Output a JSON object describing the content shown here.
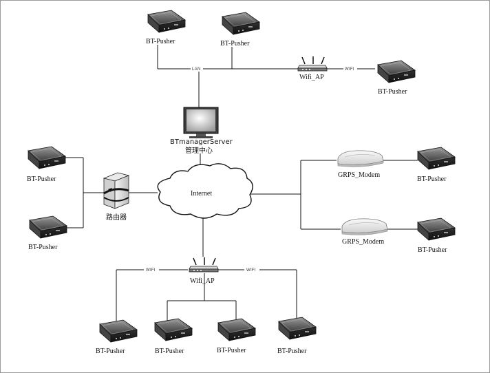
{
  "nodes": {
    "pusher_top_left": "BT-Pusher",
    "pusher_top_mid": "BT-Pusher",
    "pusher_top_right": "BT-Pusher",
    "pusher_left_top": "BT-Pusher",
    "pusher_left_bottom": "BT-Pusher",
    "pusher_right_top": "BT-Pusher",
    "pusher_right_bottom": "BT-Pusher",
    "pusher_bottom_1": "BT-Pusher",
    "pusher_bottom_2": "BT-Pusher",
    "pusher_bottom_3": "BT-Pusher",
    "pusher_bottom_4": "BT-Pusher",
    "wifi_ap_top": "Wifi_AP",
    "wifi_ap_bottom": "Wifi_AP",
    "server_name": "BTmanagerServer",
    "server_caption": "管理中心",
    "router": "路由器",
    "internet": "Internet",
    "modem_top": "GRPS_Modem",
    "modem_bottom": "GRPS_Modem"
  },
  "links": {
    "lan": "LAN",
    "wifi_top": "WIFI",
    "wifi_bottom_left": "WIFI",
    "wifi_bottom_right": "WIFI"
  },
  "colors": {
    "line": "#111111",
    "device_dark": "#2a2a2a",
    "device_mid": "#6f6f6f",
    "modem_body": "#e8e8e8"
  }
}
